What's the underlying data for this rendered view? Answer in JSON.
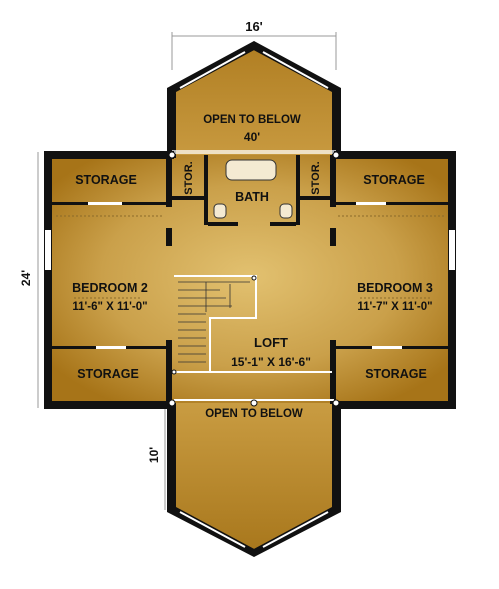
{
  "dimensions": {
    "top_width": "16'",
    "overall_depth": "24'",
    "bottom_projection": "10'"
  },
  "rooms": {
    "open_to_below_top": "OPEN TO BELOW",
    "open_to_below_top_height": "40'",
    "storage_top_left": "STORAGE",
    "storage_top_right": "STORAGE",
    "stor_left": "STOR.",
    "stor_right": "STOR.",
    "bath": "BATH",
    "bedroom2_name": "BEDROOM 2",
    "bedroom2_size": "11'-6\" X 11'-0\"",
    "bedroom3_name": "BEDROOM 3",
    "bedroom3_size": "11'-7\" X 11'-0\"",
    "loft_name": "LOFT",
    "loft_size": "15'-1\" X 16'-6\"",
    "storage_bottom_left": "STORAGE",
    "storage_bottom_right": "STORAGE",
    "open_to_below_bottom": "OPEN TO BELOW"
  },
  "colors": {
    "wood_light": "#d9b25e",
    "wood_dark": "#a77418",
    "wall": "#111111"
  }
}
